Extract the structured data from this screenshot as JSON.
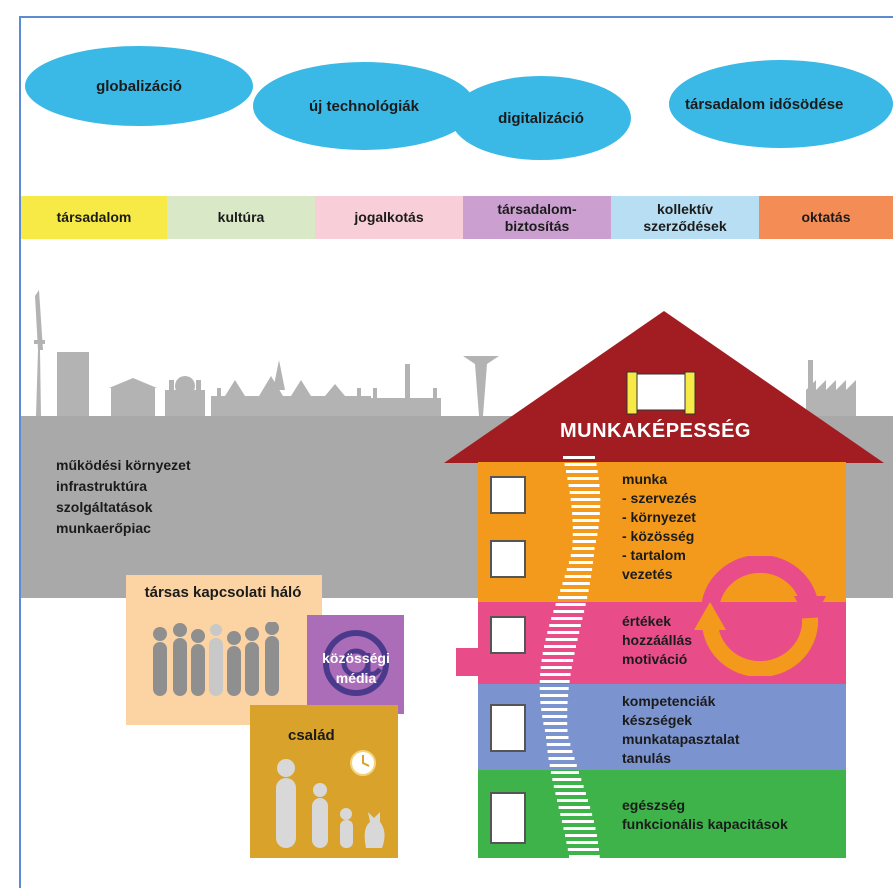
{
  "trends": [
    "globalizáció",
    "új technológiák",
    "digitalizáció",
    "társadalom idősödése"
  ],
  "domains": [
    {
      "label": "társadalom",
      "color": "#f7e946"
    },
    {
      "label": "kultúra",
      "color": "#d9e8c7"
    },
    {
      "label": "jogalkotás",
      "color": "#f8cfd8"
    },
    {
      "label": "társadalom-\nbiztosítás",
      "color": "#cb9fd0"
    },
    {
      "label": "kollektív\nszerződések",
      "color": "#b7def2"
    },
    {
      "label": "oktatás",
      "color": "#f48d55"
    }
  ],
  "environment": [
    "működési környezet",
    "infrastruktúra",
    "szolgáltatások",
    "munkaerőpiac"
  ],
  "social_network": {
    "label": "társas kapcsolati háló",
    "color": "#fcd4a4"
  },
  "social_media": {
    "label": "közösségi média",
    "color": "#ab6db7"
  },
  "family": {
    "label": "család",
    "color": "#d9a22a"
  },
  "house": {
    "roof_title": "MUNKAKÉPESSÉG",
    "roof_color": "#a11d22",
    "floors": [
      {
        "lines": [
          "munka",
          "- szervezés",
          "- környezet",
          "- közösség",
          "- tartalom",
          "vezetés"
        ],
        "color": "#f39a1c"
      },
      {
        "lines": [
          "értékek",
          "hozzáállás",
          "motiváció"
        ],
        "color": "#e84d8a"
      },
      {
        "lines": [
          "kompetenciák",
          "készségek",
          "munkatapasztalat",
          "tanulás"
        ],
        "color": "#7b93cf"
      },
      {
        "lines": [
          "egészség",
          "funkcionális kapacitások"
        ],
        "color": "#3db34a"
      }
    ]
  }
}
